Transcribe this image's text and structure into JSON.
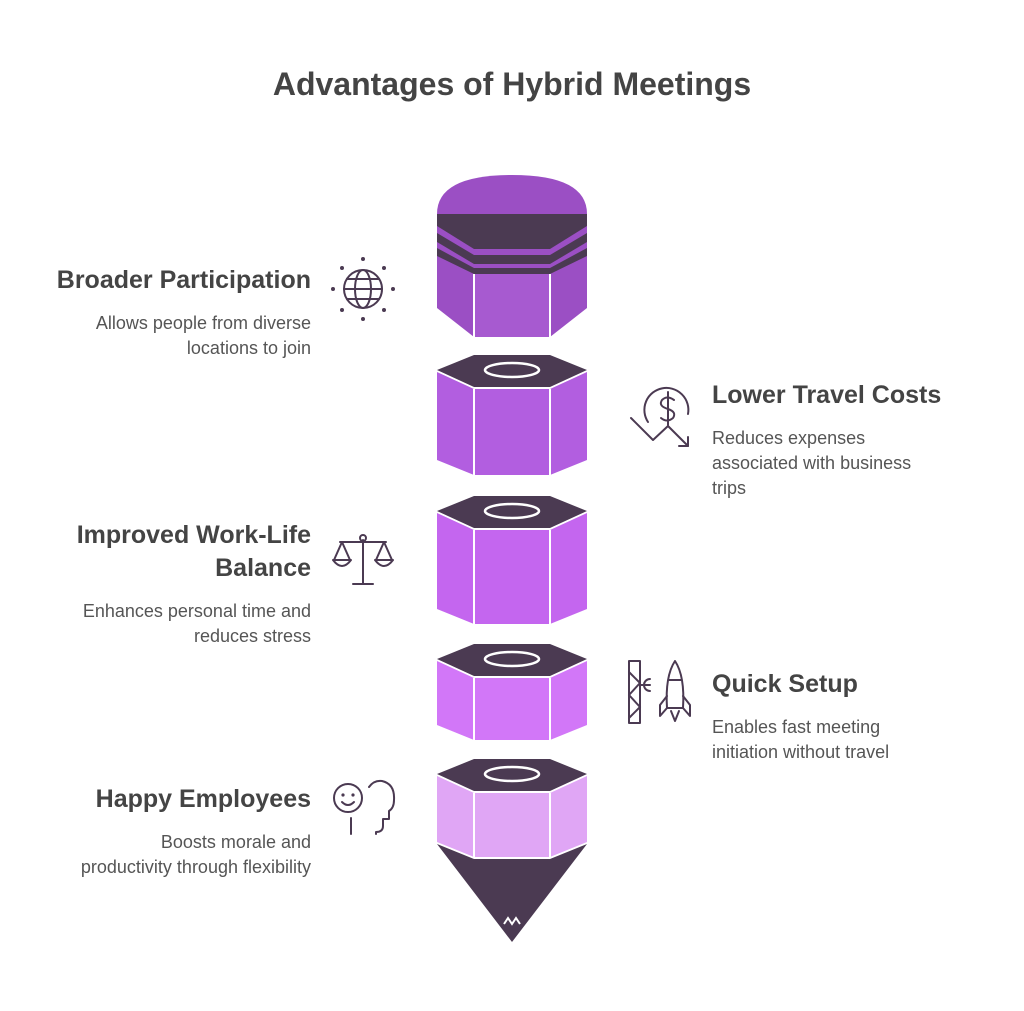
{
  "title": "Advantages of Hybrid Meetings",
  "items": [
    {
      "heading": "Broader Participation",
      "desc_lines": [
        "Allows people from diverse",
        "locations to join"
      ],
      "icon": "globe-icon",
      "side": "left"
    },
    {
      "heading": "Lower Travel Costs",
      "desc_lines": [
        "Reduces expenses",
        "associated with business",
        "trips"
      ],
      "icon": "dollar-down-icon",
      "side": "right"
    },
    {
      "heading_lines": [
        "Improved Work-Life",
        "Balance"
      ],
      "desc_lines": [
        "Enhances personal time and",
        "reduces stress"
      ],
      "icon": "scale-icon",
      "side": "left"
    },
    {
      "heading": "Quick Setup",
      "desc_lines": [
        "Enables fast meeting",
        "initiation without travel"
      ],
      "icon": "rocket-icon",
      "side": "right"
    },
    {
      "heading": "Happy Employees",
      "desc_lines": [
        "Boosts morale and",
        "productivity through flexibility"
      ],
      "icon": "happy-person-icon",
      "side": "left"
    }
  ],
  "colors": {
    "eraser": "#9b4fc4",
    "segment_2": "#b25ee0",
    "segment_3": "#c466ef",
    "segment_4": "#d277f8",
    "segment_5": "#e0a6f5",
    "dark": "#4b3a52",
    "text": "#444444"
  }
}
